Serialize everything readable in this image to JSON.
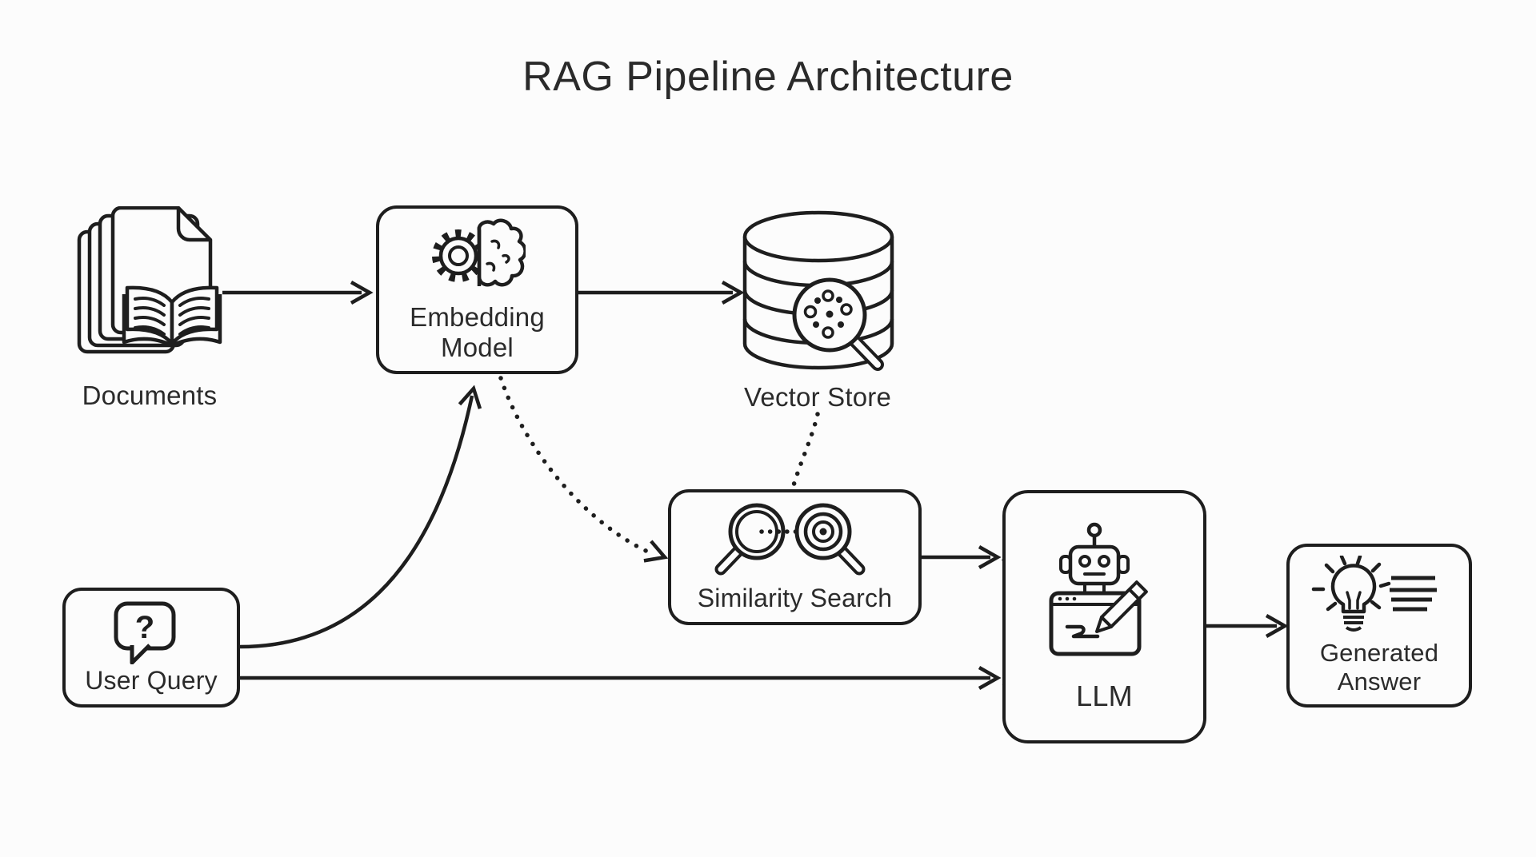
{
  "title": "RAG Pipeline Architecture",
  "colors": {
    "ink": "#1e1e1e",
    "background": "#fcfcfc"
  },
  "nodes": {
    "documents": {
      "label": "Documents"
    },
    "embedding_model": {
      "label": "Embedding Model"
    },
    "vector_store": {
      "label": "Vector Store"
    },
    "similarity_search": {
      "label": "Similarity Search"
    },
    "user_query": {
      "label": "User Query",
      "icon_glyph": "?"
    },
    "llm": {
      "label": "LLM"
    },
    "generated_answer": {
      "label": "Generated Answer"
    }
  },
  "icons": {
    "documents": "document-stack-book-icon",
    "embedding_model": "gear-brain-icon",
    "vector_store": "database-search-icon",
    "similarity_search": "magnifier-target-icon",
    "user_query": "question-speech-bubble-icon",
    "llm": "robot-writing-icon",
    "generated_answer": "lightbulb-text-icon"
  },
  "edges": [
    {
      "from": "documents",
      "to": "embedding_model",
      "style": "solid"
    },
    {
      "from": "embedding_model",
      "to": "vector_store",
      "style": "solid"
    },
    {
      "from": "vector_store",
      "to": "similarity_search",
      "style": "dotted"
    },
    {
      "from": "user_query",
      "to": "embedding_model",
      "style": "solid"
    },
    {
      "from": "embedding_model",
      "to": "similarity_search",
      "style": "dotted"
    },
    {
      "from": "similarity_search",
      "to": "llm",
      "style": "solid"
    },
    {
      "from": "user_query",
      "to": "llm",
      "style": "solid"
    },
    {
      "from": "llm",
      "to": "generated_answer",
      "style": "solid"
    }
  ]
}
